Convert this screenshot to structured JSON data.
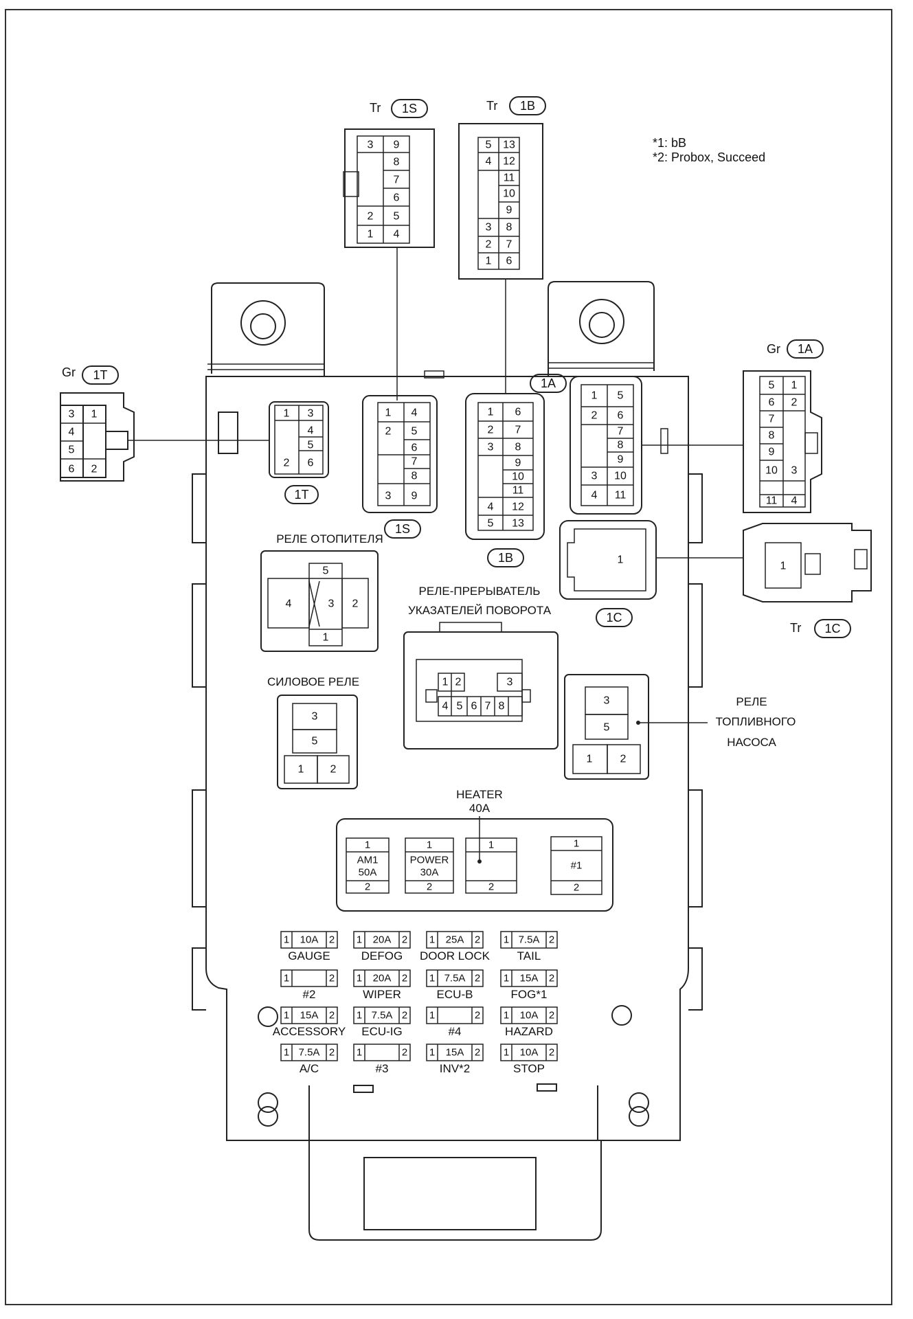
{
  "notes": [
    "*1: bB",
    "*2: Probox, Succeed"
  ],
  "connectors": {
    "T": {
      "code": "1T",
      "color": "Gr",
      "pins_ext": [
        "3",
        "1",
        "4",
        "5",
        "6",
        "2"
      ],
      "pins_box": [
        "1",
        "3",
        "4",
        "5",
        "2",
        "6"
      ]
    },
    "S": {
      "code": "1S",
      "color": "Tr",
      "pins_ext": [
        "3",
        "9",
        "8",
        "7",
        "6",
        "2",
        "5",
        "1",
        "4"
      ],
      "pins_box": [
        "1",
        "4",
        "2",
        "5",
        "6",
        "7",
        "8",
        "3",
        "9"
      ]
    },
    "B": {
      "code": "1B",
      "color": "Tr",
      "pins_ext": [
        "5",
        "13",
        "4",
        "12",
        "11",
        "10",
        "9",
        "3",
        "8",
        "2",
        "7",
        "1",
        "6"
      ],
      "pins_box": [
        "1",
        "6",
        "2",
        "7",
        "3",
        "8",
        "9",
        "10",
        "11",
        "4",
        "12",
        "5",
        "13"
      ]
    },
    "A": {
      "code": "1A",
      "color": "Gr",
      "pins_ext": [
        "5",
        "1",
        "6",
        "2",
        "7",
        "8",
        "9",
        "10",
        "3",
        "11",
        "4"
      ],
      "pins_box": [
        "1",
        "5",
        "2",
        "6",
        "7",
        "8",
        "9",
        "3",
        "10",
        "4",
        "11"
      ]
    },
    "C": {
      "code": "1C",
      "color": "Tr",
      "pins_ext": [
        "1"
      ],
      "pins_box": [
        "1"
      ]
    }
  },
  "relays": {
    "heater": {
      "label": "РЕЛЕ ОТОПИТЕЛЯ",
      "pins": [
        "5",
        "4",
        "3",
        "2",
        "1"
      ]
    },
    "power": {
      "label": "СИЛОВОЕ РЕЛЕ",
      "pins": [
        "3",
        "5",
        "1",
        "2"
      ]
    },
    "flasher": {
      "label_line1": "РЕЛЕ-ПРЕРЫВАТЕЛЬ",
      "label_line2": "УКАЗАТЕЛЕЙ ПОВОРОТА",
      "pins": [
        "1",
        "2",
        "3",
        "4",
        "5",
        "6",
        "7",
        "8"
      ]
    },
    "fuel_pump": {
      "label_line1": "РЕЛЕ",
      "label_line2": "ТОПЛИВНОГО",
      "label_line3": "НАСОСА",
      "pins": [
        "3",
        "5",
        "1",
        "2"
      ]
    }
  },
  "heater_fuse": {
    "line1": "HEATER",
    "line2": "40A"
  },
  "big_fuses": [
    {
      "top": "1",
      "name": "AM1",
      "rating": "50A",
      "bottom": "2"
    },
    {
      "top": "1",
      "name": "POWER",
      "rating": "30A",
      "bottom": "2"
    },
    {
      "top": "1",
      "name": "",
      "rating": "",
      "bottom": "2"
    },
    {
      "top": "1",
      "name": "#1",
      "rating": "",
      "bottom": "2"
    }
  ],
  "fuses": [
    {
      "amp": "10A",
      "name": "GAUGE"
    },
    {
      "amp": "20A",
      "name": "DEFOG"
    },
    {
      "amp": "25A",
      "name": "DOOR LOCK"
    },
    {
      "amp": "7.5A",
      "name": "TAIL"
    },
    {
      "amp": "",
      "name": "#2"
    },
    {
      "amp": "20A",
      "name": "WIPER"
    },
    {
      "amp": "7.5A",
      "name": "ECU-B"
    },
    {
      "amp": "15A",
      "name": "FOG*1"
    },
    {
      "amp": "15A",
      "name": "ACCESSORY"
    },
    {
      "amp": "7.5A",
      "name": "ECU-IG"
    },
    {
      "amp": "",
      "name": "#4"
    },
    {
      "amp": "10A",
      "name": "HAZARD"
    },
    {
      "amp": "7.5A",
      "name": "A/C"
    },
    {
      "amp": "",
      "name": "#3"
    },
    {
      "amp": "15A",
      "name": "INV*2"
    },
    {
      "amp": "10A",
      "name": "STOP"
    }
  ],
  "fuse_pins": {
    "left": "1",
    "right": "2"
  }
}
